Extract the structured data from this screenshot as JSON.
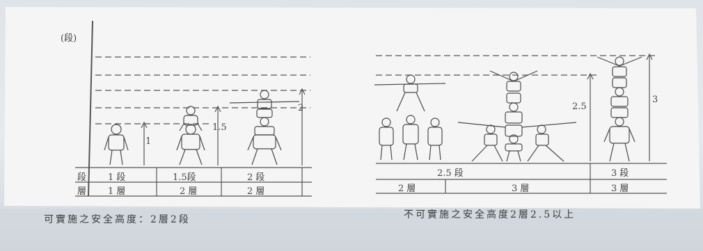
{
  "left": {
    "axis_unit": "(段)",
    "measures": [
      "1",
      "1.5",
      "2"
    ],
    "row_labels": {
      "duan": "段",
      "ceng": "層"
    },
    "duan_values": [
      "1 段",
      "1.5段",
      "2 段"
    ],
    "ceng_values": [
      "1 層",
      "2 層",
      "2 層"
    ],
    "caption": "可實施之安全高度：2層2段"
  },
  "right": {
    "measures": [
      "2.5",
      "3"
    ],
    "duan_values": [
      "2.5 段",
      "3 段"
    ],
    "ceng_values": [
      "2 層",
      "3 層",
      "3 層"
    ],
    "caption": "不可實施之安全高度2層2.5以上"
  }
}
